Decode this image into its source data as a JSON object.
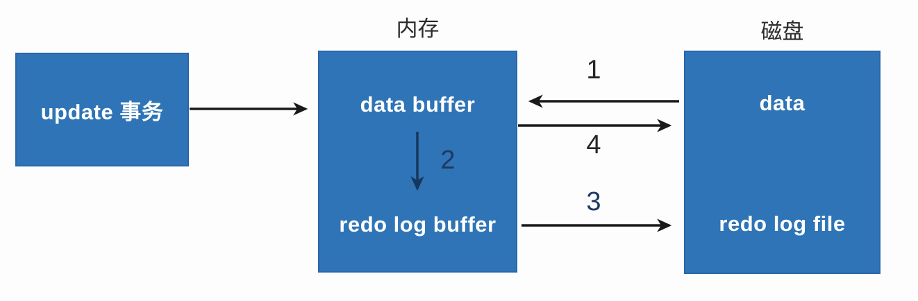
{
  "diagram": {
    "zone_titles": {
      "memory": "内存",
      "disk": "磁盘"
    },
    "update_box": {
      "label": "update 事务"
    },
    "memory_box": {
      "data_buffer_label": "data buffer",
      "redo_log_buffer_label": "redo log buffer"
    },
    "disk_box": {
      "data_label": "data",
      "redo_log_file_label": "redo log file"
    },
    "steps": {
      "step1": "1",
      "step2": "2",
      "step3": "3",
      "step4": "4"
    },
    "arrows": [
      {
        "name": "update-to-data-buffer",
        "from": "update 事务",
        "to": "data buffer"
      },
      {
        "name": "data-to-data-buffer",
        "from": "data",
        "to": "data buffer",
        "step": "1"
      },
      {
        "name": "data-buffer-to-redo-log-buffer",
        "from": "data buffer",
        "to": "redo log buffer",
        "step": "2"
      },
      {
        "name": "redo-log-buffer-to-redo-log-file",
        "from": "redo log buffer",
        "to": "redo log file",
        "step": "3"
      },
      {
        "name": "data-buffer-to-data",
        "from": "data buffer",
        "to": "data",
        "step": "4"
      }
    ],
    "colors": {
      "box_fill": "#2e74b6",
      "box_text": "#ffffff",
      "arrow_black": "#1a1a1a",
      "arrow_navy": "#17365d",
      "step_dark": "#262626",
      "step_navy": "#1f3864",
      "title_text": "#2b2b2b",
      "background": "#fdfdfd"
    }
  }
}
